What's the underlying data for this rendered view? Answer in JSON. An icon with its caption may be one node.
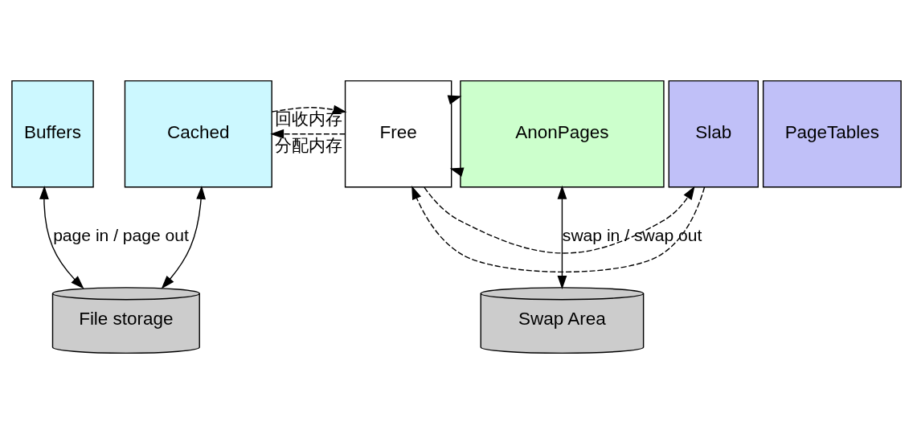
{
  "diagram": {
    "nodes": [
      {
        "text": [
          "Buffers"
        ]
      },
      {
        "text": [
          "Cached"
        ]
      },
      {
        "text": [
          "AnonPages"
        ]
      },
      {
        "text": [
          "Slab"
        ]
      },
      {
        "text": [
          "PageTables"
        ]
      },
      {
        "text": [
          "Free"
        ]
      },
      {
        "text": [
          "File storage"
        ]
      },
      {
        "text": [
          "Swap Area"
        ]
      }
    ],
    "edges": [
      {
        "from": 5,
        "to": 1,
        "arrow": "to",
        "style": "dashed",
        "label": "分配内存"
      },
      {
        "from": 5,
        "to": 2,
        "arrow": "to",
        "style": "dashed"
      },
      {
        "from": 5,
        "to": 3,
        "arrow": "to",
        "style": "dashed"
      },
      {
        "from": 1,
        "to": 5,
        "arrow": "to",
        "style": "dashed",
        "label": "回收内存"
      },
      {
        "from": 2,
        "to": 5,
        "arrow": "to",
        "style": "dashed"
      },
      {
        "from": 3,
        "to": 5,
        "arrow": "to",
        "style": "dashed"
      },
      {
        "from": 6,
        "to": 0,
        "arrow": "both",
        "label": "page in / page out"
      },
      {
        "from": 6,
        "to": 1,
        "arrow": "both"
      },
      {
        "from": 7,
        "to": 2,
        "arrow": "both",
        "label": "swap in / swap out"
      }
    ]
  }
}
